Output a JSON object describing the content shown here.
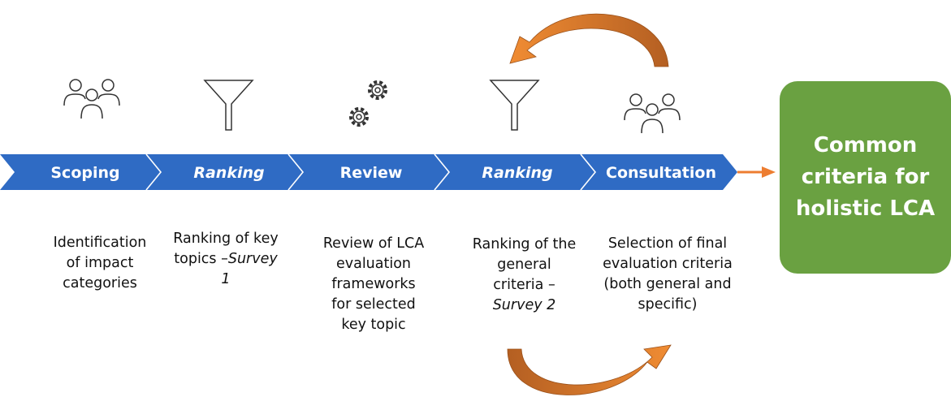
{
  "process": {
    "stages": [
      {
        "label": "Scoping",
        "italic": false,
        "icon": "people-group-icon",
        "desc_lines": [
          {
            "text": "Identification",
            "italic": false
          },
          {
            "text": "of impact",
            "italic": false
          },
          {
            "text": "categories",
            "italic": false
          }
        ]
      },
      {
        "label": "Ranking",
        "italic": true,
        "icon": "funnel-icon",
        "desc_lines": [
          {
            "text": "Ranking of key",
            "italic": false
          },
          {
            "text": "topics –",
            "italic": false
          },
          {
            "text": "Survey",
            "italic": true
          },
          {
            "text": "1",
            "italic": true
          }
        ]
      },
      {
        "label": "Review",
        "italic": false,
        "icon": "gears-icon",
        "desc_lines": [
          {
            "text": "Review of LCA",
            "italic": false
          },
          {
            "text": "evaluation",
            "italic": false
          },
          {
            "text": "frameworks",
            "italic": false
          },
          {
            "text": "for selected",
            "italic": false
          },
          {
            "text": "key topic",
            "italic": false
          }
        ]
      },
      {
        "label": "Ranking",
        "italic": true,
        "icon": "funnel-icon",
        "desc_lines": [
          {
            "text": "Ranking of the",
            "italic": false
          },
          {
            "text": "general",
            "italic": false
          },
          {
            "text": "criteria –",
            "italic": false
          },
          {
            "text": "Survey 2",
            "italic": true
          }
        ]
      },
      {
        "label": "Consultation",
        "italic": false,
        "icon": "people-group-icon",
        "desc_lines": [
          {
            "text": "Selection of final",
            "italic": false
          },
          {
            "text": "evaluation criteria",
            "italic": false
          },
          {
            "text": "(both general and",
            "italic": false
          },
          {
            "text": "specific)",
            "italic": false
          }
        ]
      }
    ],
    "outcome_lines": [
      "Common",
      "criteria for",
      "holistic LCA"
    ]
  },
  "colors": {
    "chevron": "#2f6bc4",
    "chevron_divider": "#ffffff",
    "stage_text": "#ffffff",
    "connector_arrow": "#ed7d31",
    "loop_arrow_fill": "#ef8a2f",
    "loop_arrow_dark": "#b45f22",
    "outcome_box": "#6aa141",
    "icon_stroke": "#333333"
  }
}
